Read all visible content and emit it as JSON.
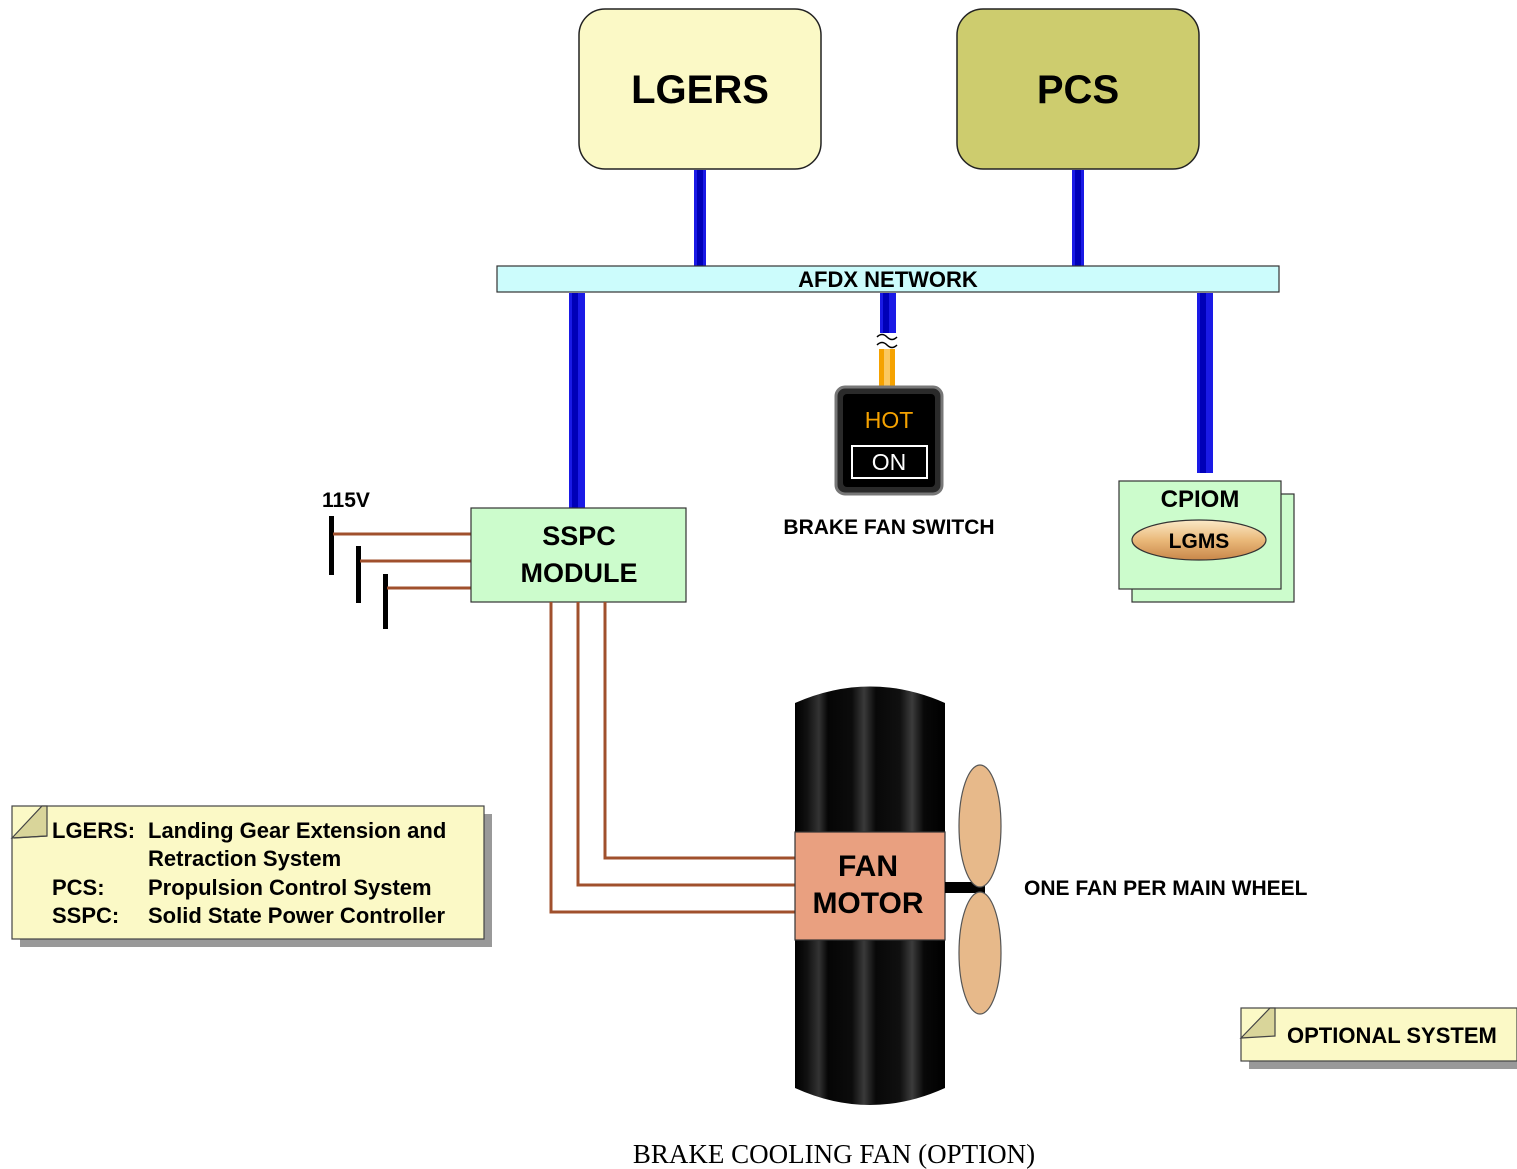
{
  "boxes": {
    "lgers": "LGERS",
    "pcs": "PCS",
    "network": "AFDX NETWORK",
    "sspc_line1": "SSPC",
    "sspc_line2": "MODULE",
    "cpiom": "CPIOM",
    "lgms": "LGMS",
    "fan_motor_line1": "FAN",
    "fan_motor_line2": "MOTOR"
  },
  "switch": {
    "hot_label": "HOT",
    "on_label": "ON",
    "caption": "BRAKE FAN SWITCH"
  },
  "labels": {
    "voltage": "115V",
    "fan_note": "ONE FAN PER MAIN WHEEL",
    "optional": "OPTIONAL SYSTEM",
    "caption": "BRAKE COOLING FAN (OPTION)"
  },
  "legend": [
    {
      "abbr": "LGERS:",
      "line1": "Landing Gear Extension and",
      "line2": "Retraction System"
    },
    {
      "abbr": "PCS:",
      "line1": "Propulsion Control System",
      "line2": ""
    },
    {
      "abbr": "SSPC:",
      "line1": "Solid State Power Controller",
      "line2": ""
    }
  ],
  "colors": {
    "lgers_fill": "#fbf9c6",
    "pcs_fill": "#cdcc6e",
    "network_fill": "#ccfcfc",
    "sspc_fill": "#ccfccc",
    "cpiom_fill": "#ccfccc",
    "lgms_fill": "#eab97a",
    "fan_motor_fill": "#e9a080",
    "bus_blue": "#1a1ae6",
    "wire_brown": "#a0502d",
    "switch_orange": "#f5a200",
    "note_fill": "#fbf9c6"
  }
}
